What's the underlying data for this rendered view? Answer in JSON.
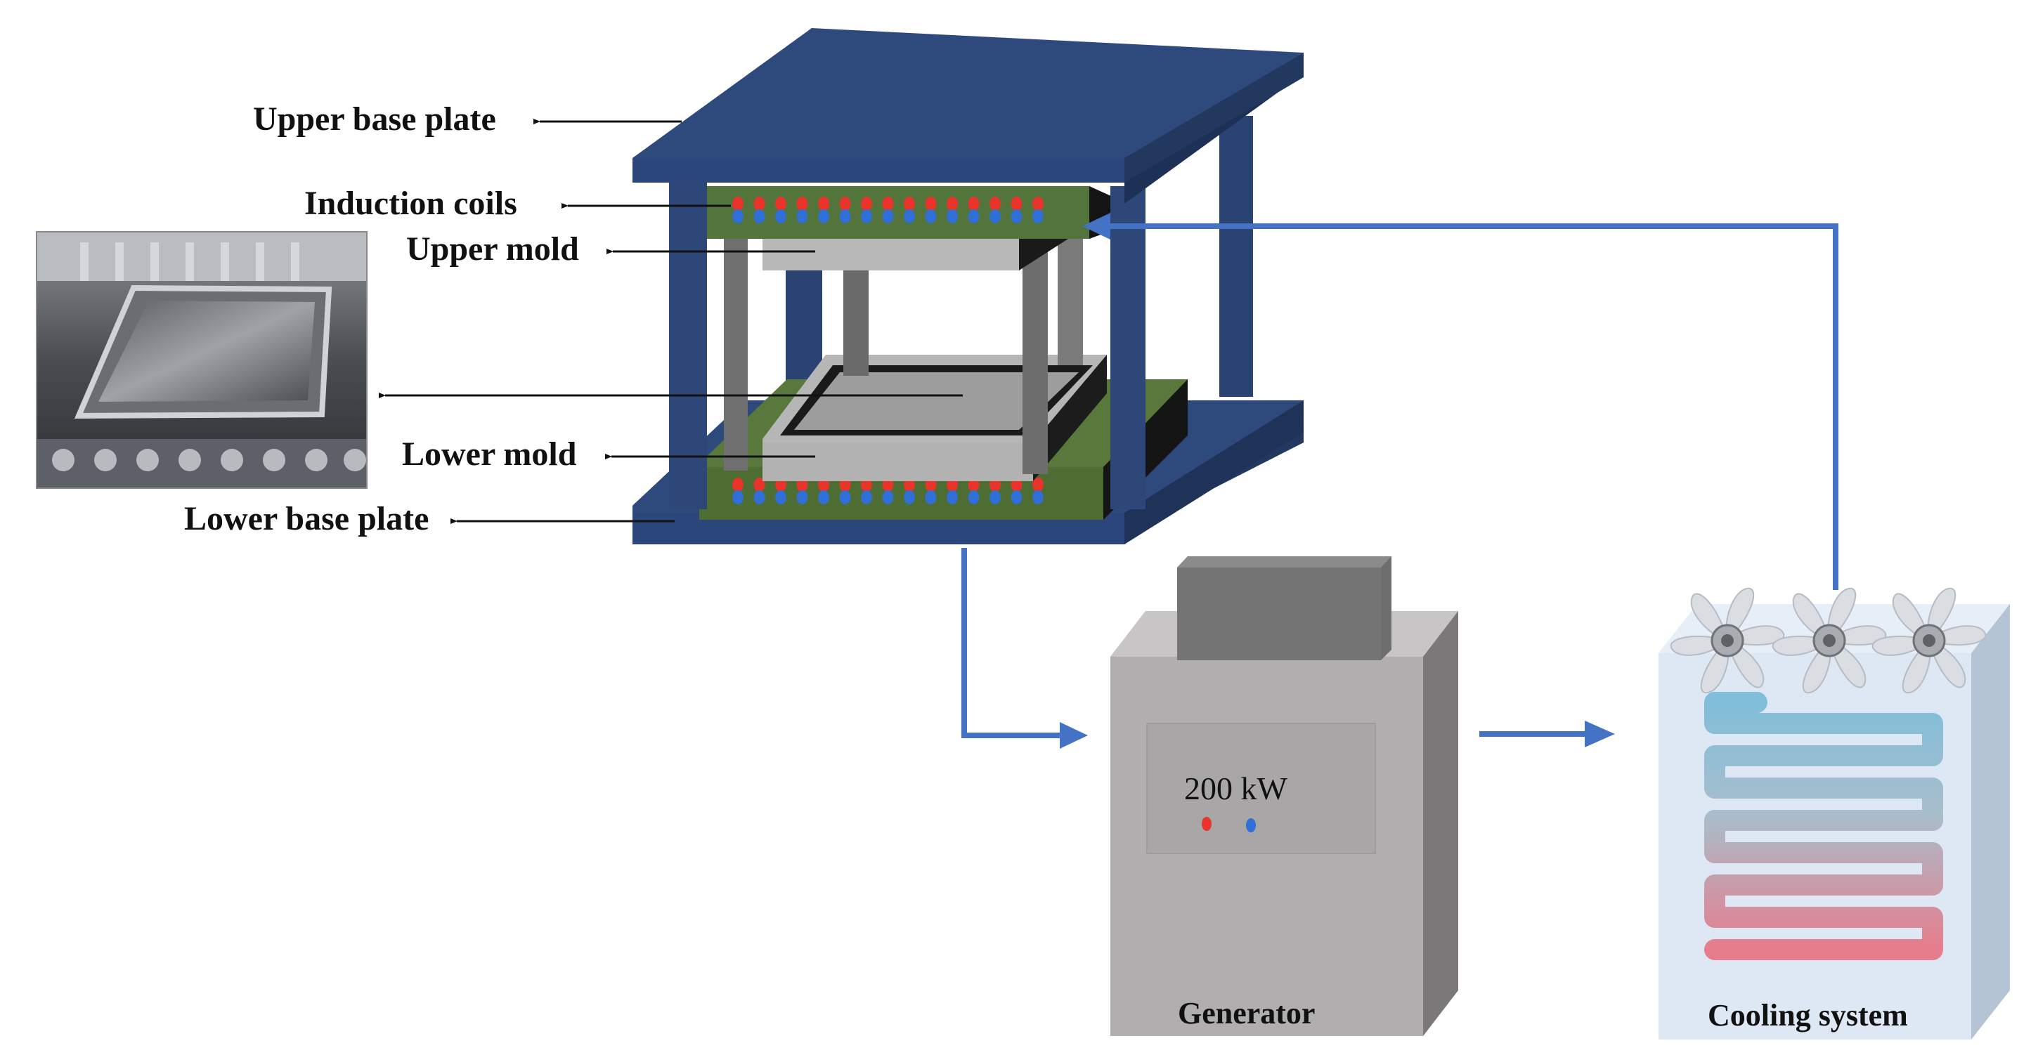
{
  "labels": {
    "upper_base_plate": "Upper base plate",
    "induction_coils": "Induction coils",
    "upper_mold": "Upper mold",
    "lower_mold": "Lower mold",
    "lower_base_plate": "Lower base plate"
  },
  "generator": {
    "title": "Generator",
    "power": "200 kW"
  },
  "cooling": {
    "title": "Cooling system"
  },
  "colors": {
    "plate": "#2e4a7d",
    "plate_side": "#22385f",
    "pillar": "#2d4778",
    "coil_board": "#4f6e35",
    "flow_arrow": "#4472c4",
    "hot": "#e8342a",
    "cold": "#2f6fd6"
  },
  "icons": [
    "fan-icon",
    "serpentine-coil-icon",
    "mold-photo"
  ]
}
